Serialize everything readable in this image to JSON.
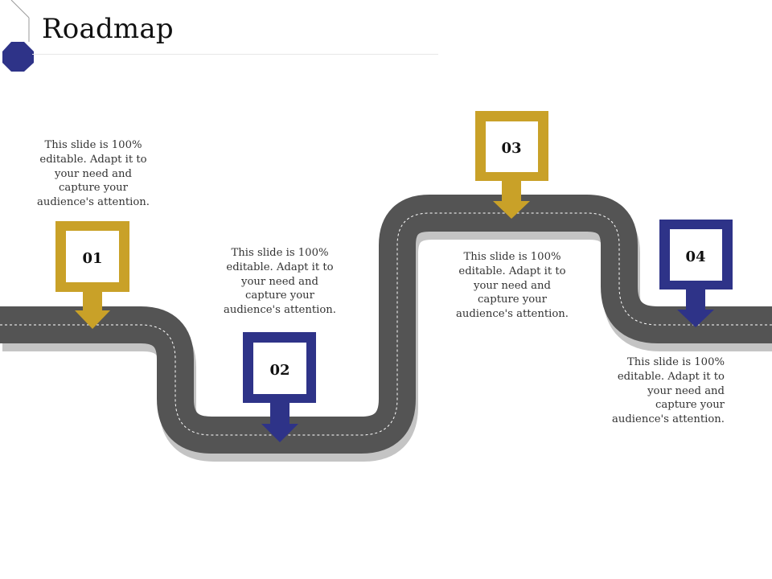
{
  "title": "Roadmap",
  "colors": {
    "road": "#545454",
    "road_shadow": "#c4c4c4",
    "road_dash": "#ffffff",
    "gold": "#c9a128",
    "navy": "#2e3388",
    "octagon": "#2e3388"
  },
  "steps": [
    {
      "number": "01",
      "color": "gold",
      "text": "This slide is 100% editable. Adapt it to your need and capture your audience's attention."
    },
    {
      "number": "02",
      "color": "navy",
      "text": "This slide is 100% editable. Adapt it to your need and capture your audience's attention."
    },
    {
      "number": "03",
      "color": "gold",
      "text": "This slide is 100% editable. Adapt it to your need and capture your audience's attention."
    },
    {
      "number": "04",
      "color": "navy",
      "text": "This slide is 100% editable. Adapt it to your need and capture your audience's attention."
    }
  ]
}
